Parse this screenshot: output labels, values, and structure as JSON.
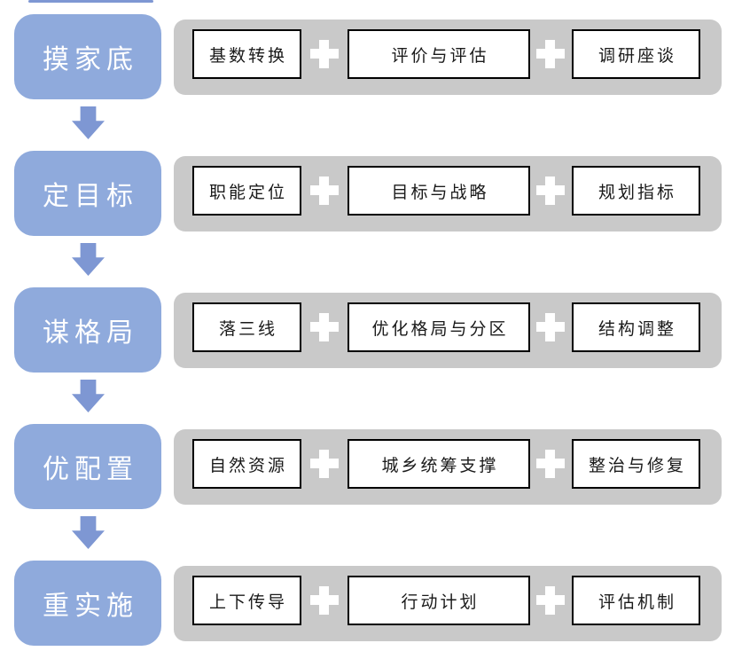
{
  "diagram": {
    "rows": [
      {
        "stage": "摸家底",
        "items": [
          "基数转换",
          "评价与评估",
          "调研座谈"
        ]
      },
      {
        "stage": "定目标",
        "items": [
          "职能定位",
          "目标与战略",
          "规划指标"
        ]
      },
      {
        "stage": "谋格局",
        "items": [
          "落三线",
          "优化格局与分区",
          "结构调整"
        ]
      },
      {
        "stage": "优配置",
        "items": [
          "自然资源",
          "城乡统筹支撑",
          "整治与修复"
        ]
      },
      {
        "stage": "重实施",
        "items": [
          "上下传导",
          "行动计划",
          "评估机制"
        ]
      }
    ]
  },
  "icons": {
    "plus_icon": "＋",
    "down_arrow_icon": "⬇"
  },
  "colors": {
    "stage_fill": "#8FAADC",
    "stage_text": "#FFFFFF",
    "arrow_fill": "#7E97D3",
    "bar_fill": "#C9C9C9",
    "item_fill": "#FFFFFF",
    "item_border": "#000000",
    "item_text": "#1A1A1A",
    "plus_fill": "#FFFFFF",
    "page_background": "#FFFFFF"
  }
}
